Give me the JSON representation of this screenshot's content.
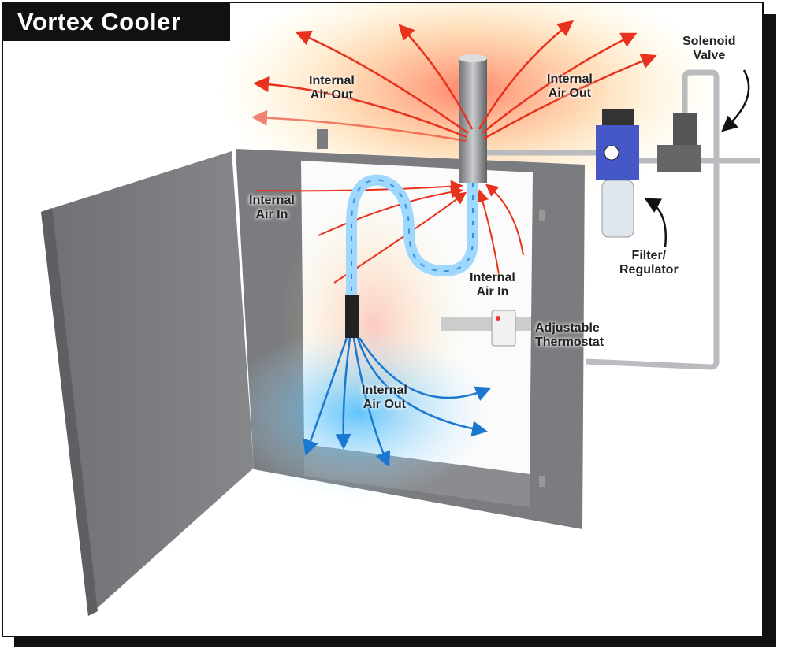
{
  "title": "Vortex Cooler",
  "labels": {
    "air_out_top_left": {
      "line1": "Internal",
      "line2": "Air Out"
    },
    "air_out_top_right": {
      "line1": "Internal",
      "line2": "Air Out"
    },
    "air_in_left": {
      "line1": "Internal",
      "line2": "Air In"
    },
    "air_in_right": {
      "line1": "Internal",
      "line2": "Air In"
    },
    "air_out_bottom": {
      "line1": "Internal",
      "line2": "Air Out"
    },
    "solenoid_valve": {
      "line1": "Solenoid",
      "line2": "Valve"
    },
    "filter_regulator": {
      "line1": "Filter/",
      "line2": "Regulator"
    },
    "thermostat": {
      "line1": "Adjustable",
      "line2": "Thermostat"
    }
  },
  "colors": {
    "hot": "#e8321e",
    "cold": "#1a78d0",
    "enclosure": "#77797c"
  }
}
